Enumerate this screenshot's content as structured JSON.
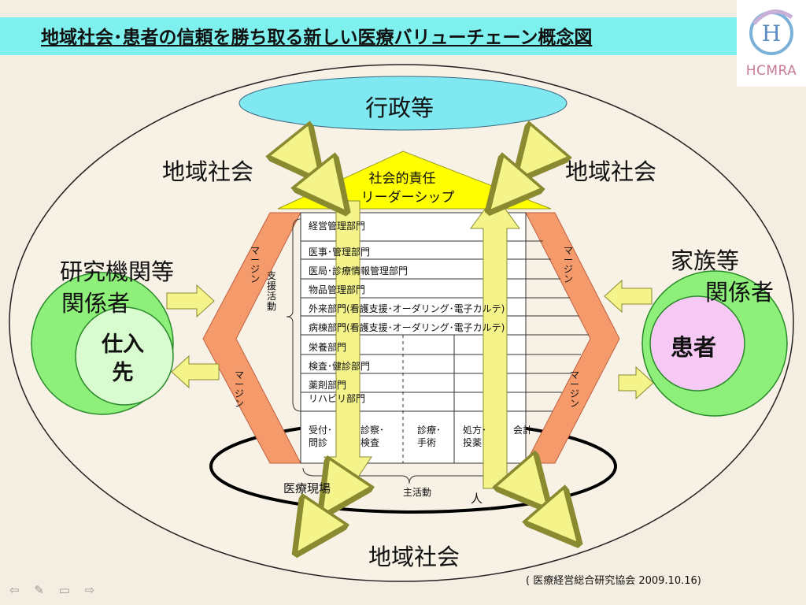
{
  "title": "地域社会･患者の信頼を勝ち取る新しい医療バリューチェーン概念図",
  "logo": {
    "text": "HCMRA"
  },
  "labels": {
    "gyosei": "行政等",
    "chiiki_left": "地域社会",
    "chiiki_right": "地域社会",
    "chiiki_bottom": "地域社会",
    "roof_line1": "社会的責任",
    "roof_line2": "リーダーシップ",
    "kenkyu_line1": "研究機関等",
    "kenkyu_line2": "関係者",
    "shiire": "仕入先",
    "kazoku_line1": "家族等",
    "kazoku_line2": "関係者",
    "kanja": "患者",
    "iryo_genba": "医療現場",
    "shu_katsudo": "主活動",
    "hito": "人",
    "shien_katsudo": "支援活動",
    "margin": "マージン"
  },
  "support_rows": [
    "経営管理部門",
    "医事･管理部門",
    "医局･診療情報管理部門",
    "物品管理部門",
    "外来部門(看護支援･オーダリング･電子カルテ)",
    "病棟部門(看護支援･オーダリング･電子カルテ)",
    "栄養部門",
    "検査･健診部門",
    "薬剤部門",
    "リハビリ部門"
  ],
  "primary_cols": [
    {
      "line1": "受付･",
      "line2": "問診"
    },
    {
      "line1": "診察･",
      "line2": "検査"
    },
    {
      "line1": "診療･",
      "line2": "手術"
    },
    {
      "line1": "処方･",
      "line2": "投薬"
    },
    {
      "line1": "会計",
      "line2": ""
    }
  ],
  "credit": "( 医療経営総合研究協会 2009.10.16)",
  "nav_icons": [
    "arrow-left-icon",
    "pen-icon",
    "menu-icon",
    "arrow-right-icon"
  ],
  "colors": {
    "title_bar": "#7ef0ee",
    "gyosei_ellipse": "#7fe8f0",
    "roof": "#ffff00",
    "margin_chevron": "#f59b6b",
    "green_circle": "#8ef07a",
    "pale_green": "#d8fbd0",
    "pink": "#f6c8f4",
    "arrow_yellow": "#f4f48a"
  }
}
